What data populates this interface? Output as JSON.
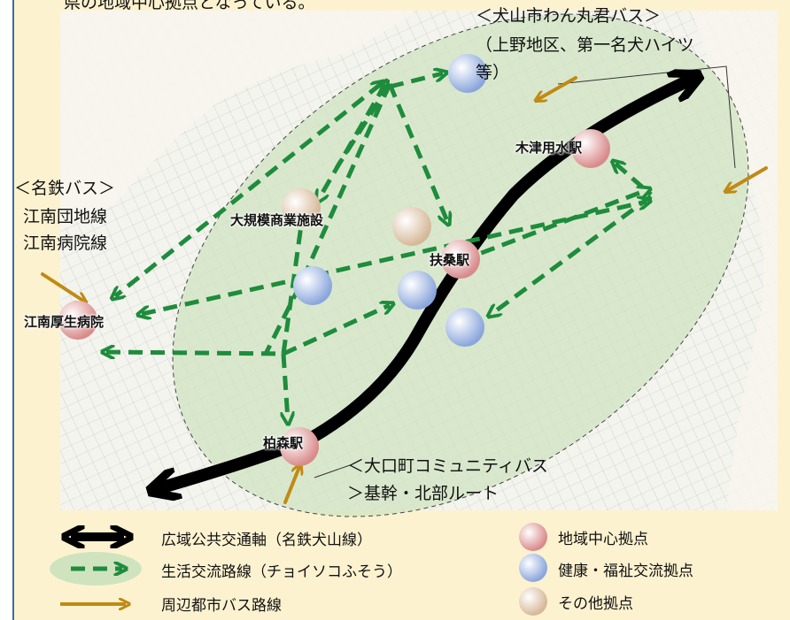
{
  "top_text": "県の地域中心拠点となっている。",
  "bus_labels": {
    "inuyama_1": "＜犬山市わん丸君バス＞",
    "inuyama_2": "（上野地区、第一名犬ハイツ",
    "inuyama_3": "等）",
    "meitetsu_1": "＜名鉄バス＞",
    "meitetsu_2": "江南団地線",
    "meitetsu_3": "江南病院線",
    "oguchi_1": "＜大口町コミュニティバス",
    "oguchi_2": "＞基幹・北部ルート"
  },
  "nodes": {
    "kitsuyousui": "木津用水駅",
    "shopping": "大規模商業施設",
    "fuso": "扶桑駅",
    "konan_hospital": "江南厚生病院",
    "kashiwamori": "柏森駅"
  },
  "legend": {
    "main_axis": "広域公共交通軸（名鉄犬山線）",
    "life_route": "生活交流路線（チョイソコふそう）",
    "bus_route": "周辺都市バス路線",
    "regional_hub": "地域中心拠点",
    "health_hub": "健康・福祉交流拠点",
    "other_hub": "その他拠点"
  },
  "colors": {
    "main_axis": "#000000",
    "life_route": "#1e8c3c",
    "bus_route": "#c08a14",
    "regional_hub": "#d98a8a",
    "health_hub": "#8aa6dc",
    "other_hub": "#d6b898",
    "area_fill": "#cfe3bf"
  }
}
